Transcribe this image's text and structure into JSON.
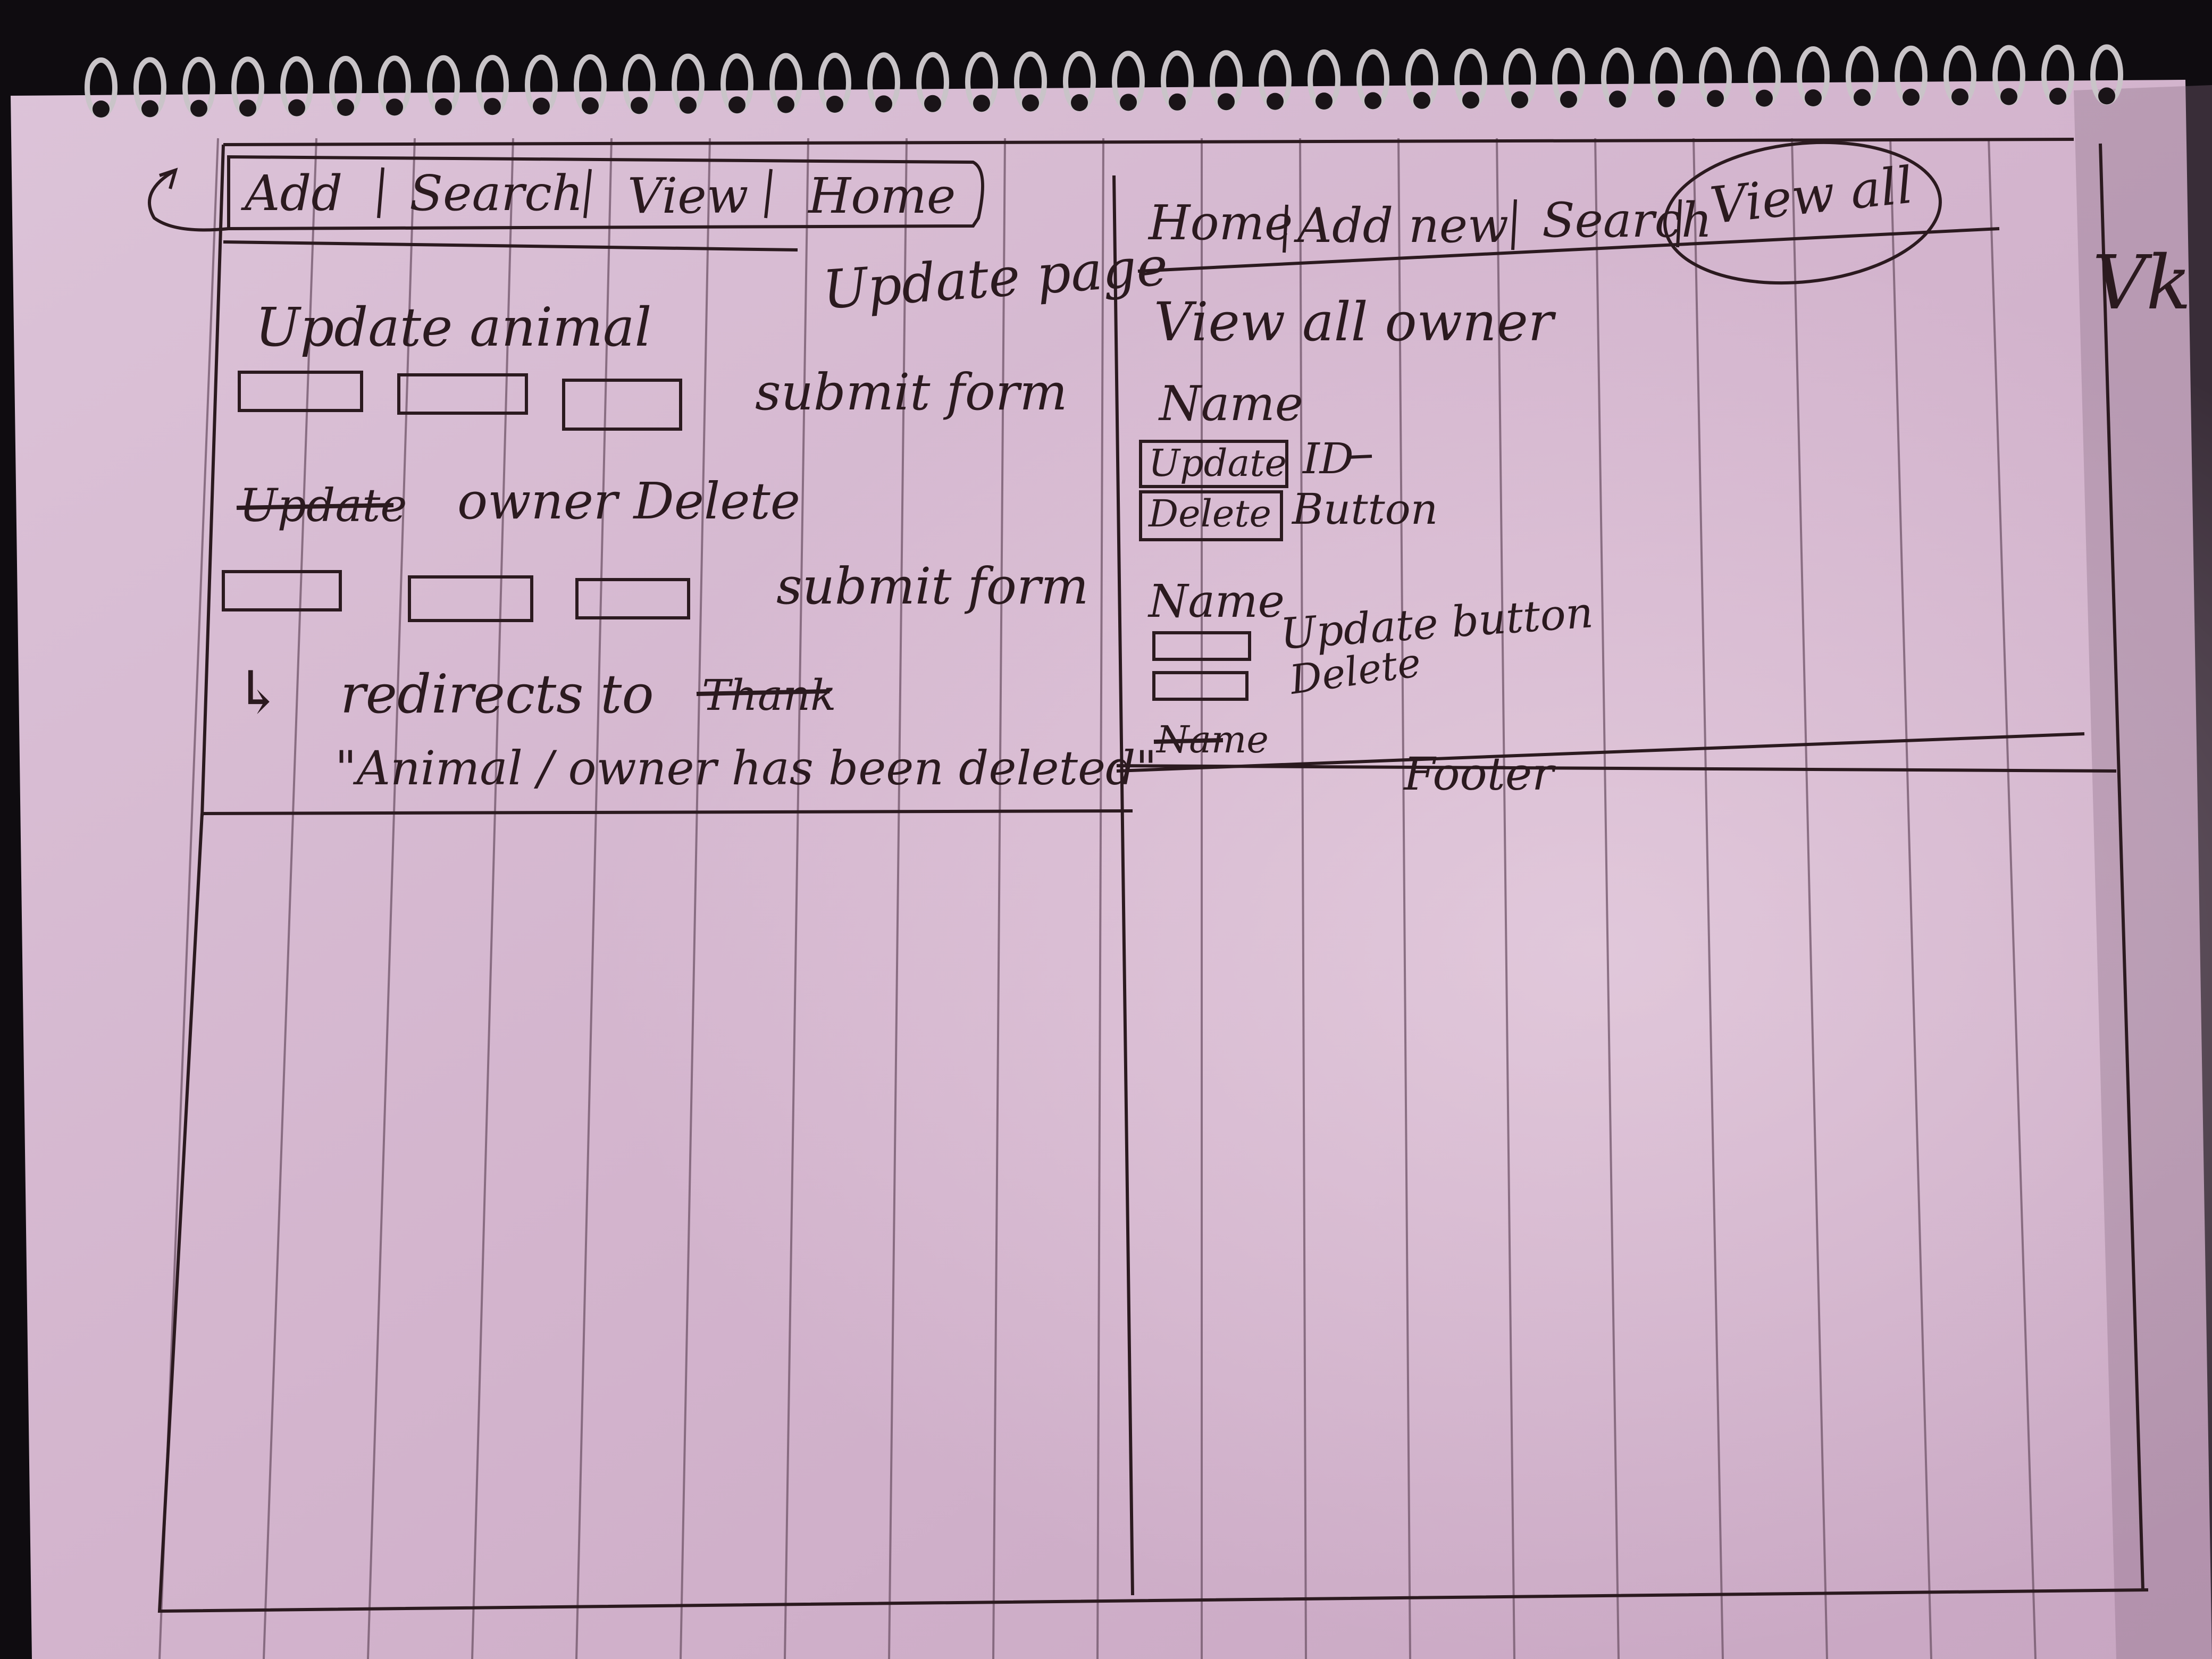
{
  "colors": {
    "paper": "#d9bcd2",
    "paper_light": "#e6cfde",
    "rule_line": "#6f5468",
    "ink": "#2b1a1f",
    "background": "#0f0c10",
    "spiral": "#c9c4c8"
  },
  "left_panel": {
    "nav": [
      "Add",
      "Search",
      "View",
      "Home"
    ],
    "page_label": "Update page",
    "section1_title": "Update animal",
    "section1_action": "submit form",
    "struck_word": "Update",
    "section2_title": "owner Delete",
    "section2_action": "submit form",
    "redirect_arrow": "↳",
    "redirect_text": "redirects to",
    "struck_word2": "Thank",
    "message": "\"Animal / owner has been deleted\""
  },
  "right_panel": {
    "nav": [
      "Home",
      "Add new",
      "Search",
      "View all"
    ],
    "title": "View all owner",
    "entry1_name": "Name",
    "entry1_update_button": "Update",
    "entry1_id": "ID",
    "entry1_delete_button": "Delete",
    "entry1_button_note": "Button",
    "entry2_name": "Name",
    "entry2_update_note": "Update button",
    "entry2_delete_note": "Delete",
    "entry3_struck": "Name",
    "footer": "Footer"
  },
  "margin_mark": "Vk"
}
